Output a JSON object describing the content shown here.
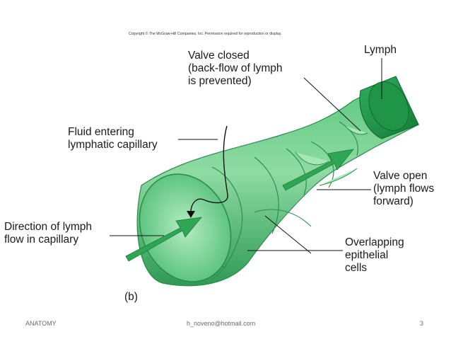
{
  "copyright": "Copyright © The McGraw-Hill Companies, Inc. Permission required for reproduction or display.",
  "labels": {
    "lymph": "Lymph",
    "valve_closed": [
      "Valve closed",
      "(back-flow of lymph",
      "is prevented)"
    ],
    "fluid_entering": [
      "Fluid entering",
      "lymphatic capillary"
    ],
    "valve_open": [
      "Valve open",
      "(lymph flows",
      "forward)"
    ],
    "direction": [
      "Direction of lymph",
      "flow in capillary"
    ],
    "overlapping": [
      "Overlapping",
      "epithelial",
      "cells"
    ],
    "panel": "(b)"
  },
  "colors": {
    "tissue_light": "#8fd9a4",
    "tissue_mid": "#4cbf72",
    "tissue_dark": "#1f8a45",
    "arrow": "#2ea653"
  },
  "footer": {
    "left": "ANATOMY",
    "center": "h_noveno@hotmail.com",
    "right": "3"
  }
}
